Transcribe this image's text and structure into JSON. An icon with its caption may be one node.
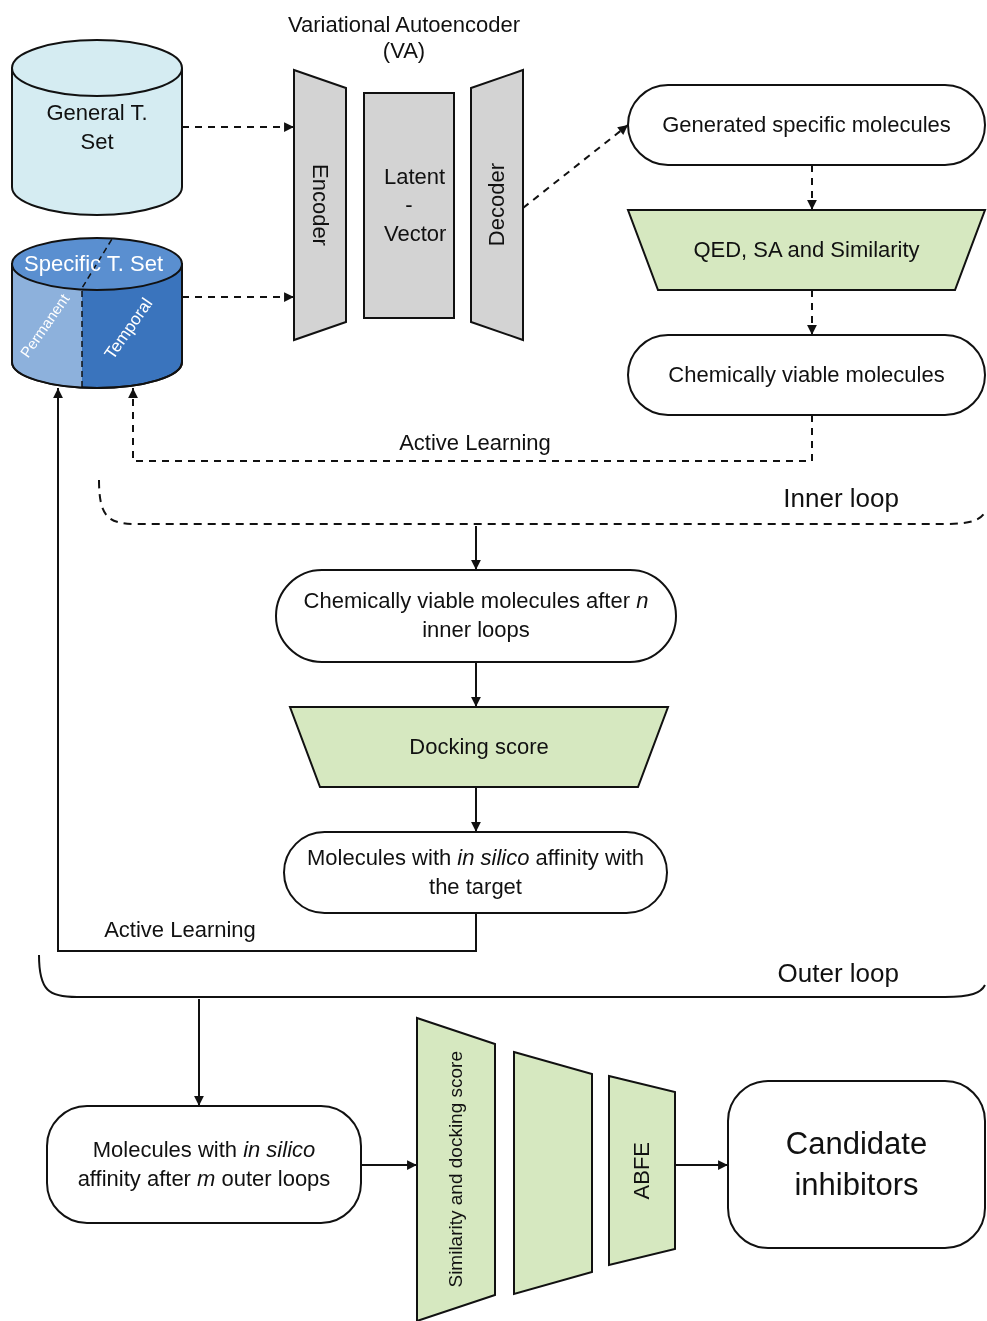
{
  "diagram": {
    "nodes": [
      {
        "text": [
          "General T. Set"
        ]
      },
      {
        "text": [
          "Specific T. Set",
          "Permanent",
          "Temporal"
        ]
      },
      {
        "text": [
          "Encoder"
        ]
      },
      {
        "text": [
          "Latent - Vector"
        ]
      },
      {
        "text": [
          "Decoder"
        ]
      },
      {
        "text": [
          "Generated specific molecules"
        ]
      },
      {
        "text": [
          "QED, SA and Similarity"
        ]
      },
      {
        "text": [
          "Chemically viable molecules"
        ]
      },
      {
        "text": [
          "Inner loop"
        ]
      },
      {
        "text": [
          "Chemically viable molecules after *n* inner loops"
        ]
      },
      {
        "text": [
          "Docking score"
        ]
      },
      {
        "text": [
          "Molecules with *in silico* affinity with the target"
        ]
      },
      {
        "text": [
          "Outer loop"
        ]
      },
      {
        "text": [
          "Molecules with *in silico* affinity after *m* outer loops"
        ]
      },
      {
        "text": [
          "Similarity and docking score"
        ]
      },
      {
        "text": [],
        "shape": "box"
      },
      {
        "text": [
          "ABFE"
        ]
      },
      {
        "text": [
          "Candidate inhibitors"
        ]
      }
    ],
    "edges": [
      {
        "from": 0,
        "to": 2,
        "arrow": "to",
        "style": "dashed"
      },
      {
        "from": 1,
        "to": 2,
        "arrow": "to",
        "style": "dashed"
      },
      {
        "from": 4,
        "to": 5,
        "arrow": "to",
        "style": "dashed"
      },
      {
        "from": 5,
        "to": 6,
        "arrow": "to",
        "style": "dashed"
      },
      {
        "from": 6,
        "to": 7,
        "arrow": "to",
        "style": "dashed"
      },
      {
        "from": 7,
        "to": 1,
        "arrow": "to",
        "style": "dashed",
        "label": "Active Learning"
      },
      {
        "from": 8,
        "to": 9,
        "arrow": "to"
      },
      {
        "from": 9,
        "to": 10,
        "arrow": "to"
      },
      {
        "from": 10,
        "to": 11,
        "arrow": "to"
      },
      {
        "from": 11,
        "to": 1,
        "arrow": "to",
        "label": "Active Learning"
      },
      {
        "from": 12,
        "to": 13,
        "arrow": "to"
      },
      {
        "from": 13,
        "to": 14,
        "arrow": "to"
      },
      {
        "from": 16,
        "to": 17,
        "arrow": "to"
      }
    ],
    "labels": [
      "Variational Autoencoder (VA)"
    ]
  }
}
